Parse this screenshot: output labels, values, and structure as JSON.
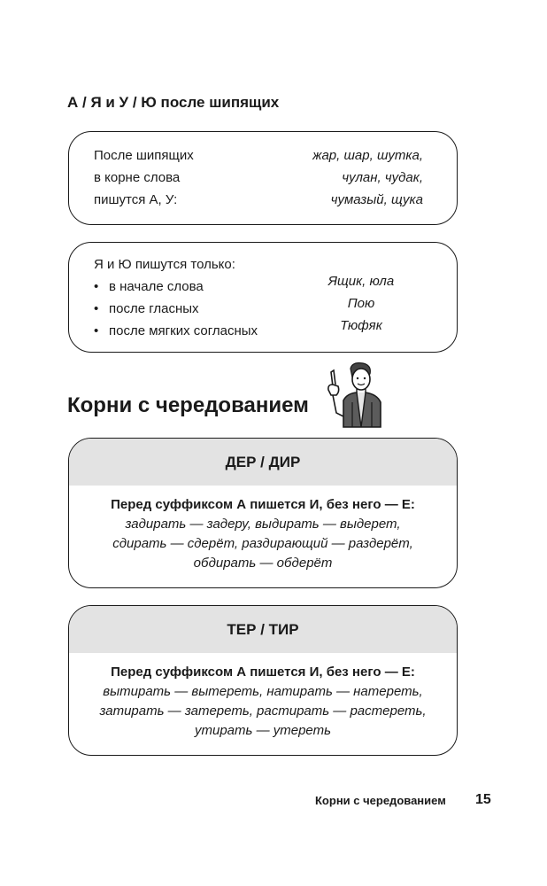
{
  "section_title": "А / Я и У / Ю после шипящих",
  "box1": {
    "left_lines": [
      "После шипящих",
      "в корне слова",
      "пишутся А, У:"
    ],
    "right_lines": [
      "жар, шар, шутка,",
      "чулан, чудак,",
      "чумазый, щука"
    ]
  },
  "box2": {
    "heading": "Я и Ю пишутся только:",
    "bullets": [
      "в начале слова",
      "после гласных",
      "после мягких согласных"
    ],
    "examples": [
      "Ящик, юла",
      "Пою",
      "Тюфяк"
    ]
  },
  "main_title": "Корни с чередованием",
  "rule1": {
    "header": "ДЕР / ДИР",
    "rule": "Перед суффиксом А пишется И, без него — Е:",
    "examples": [
      "задирать — задеру, выдирать — выдерет,",
      "сдирать — сдерёт, раздирающий — раздерёт,",
      "обдирать — обдерёт"
    ]
  },
  "rule2": {
    "header": "ТЕР / ТИР",
    "rule": "Перед суффиксом А пишется И, без него — Е:",
    "examples": [
      "вытирать — вытереть, натирать — натереть,",
      "затирать — затереть, растирать — растереть,",
      "утирать — утереть"
    ]
  },
  "footer": {
    "running_title": "Корни с чередованием",
    "page_number": "15"
  }
}
